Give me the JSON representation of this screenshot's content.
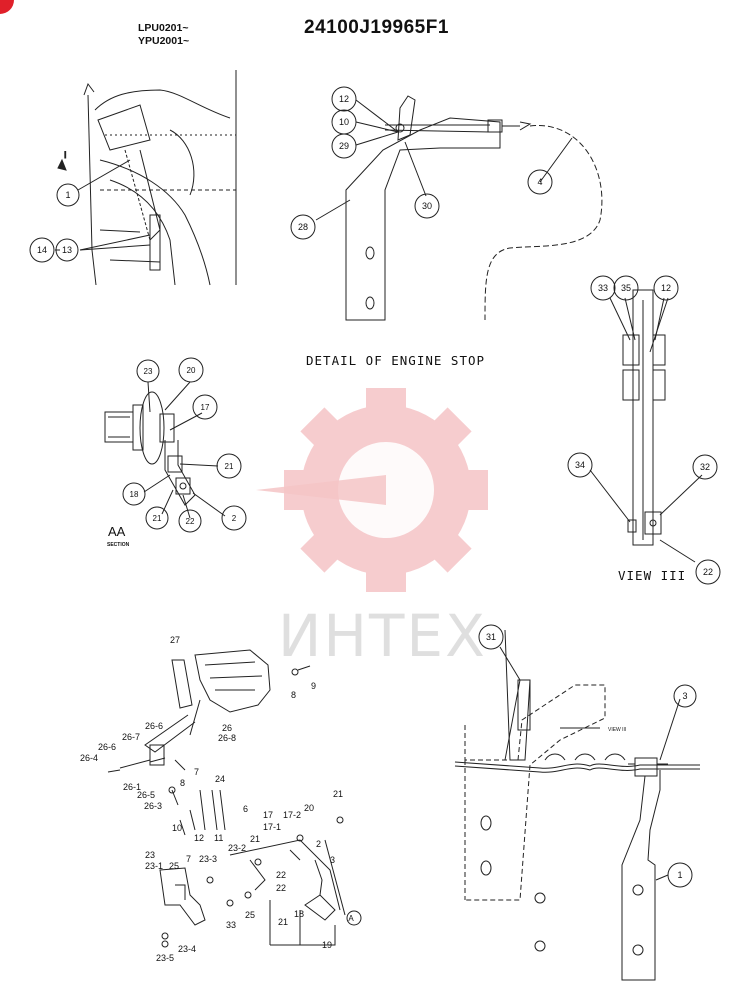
{
  "header": {
    "models": [
      "LPU0201~",
      "YPU2001~"
    ],
    "part_number": "24100J19965F1"
  },
  "captions": {
    "detail": "DETAIL OF ENGINE STOP",
    "view": "VIEW III",
    "section": "SECTION",
    "section_mark": "AA",
    "view_ref": "VIEW III",
    "arrow_i": "I",
    "arrow_a": "A"
  },
  "watermark": {
    "text": "ИНТЕХ",
    "color": "#f2b3b6"
  },
  "callouts": {
    "top_left": [
      "1",
      "14",
      "13"
    ],
    "top_center": [
      "12",
      "10",
      "29",
      "30",
      "28",
      "4"
    ],
    "right_view": [
      "33",
      "35",
      "12",
      "34",
      "32",
      "22"
    ],
    "section": [
      "23",
      "20",
      "17",
      "21",
      "18",
      "21",
      "22",
      "2"
    ],
    "lower_right": [
      "31",
      "3",
      "1"
    ]
  },
  "parts_labels": {
    "items": [
      "27",
      "9",
      "8",
      "26-6",
      "26",
      "26-8",
      "26-7",
      "26-4",
      "26-6",
      "7",
      "26-1",
      "8",
      "26-5",
      "26-3",
      "24",
      "6",
      "10",
      "12",
      "11",
      "17",
      "17-2",
      "20",
      "21",
      "17-1",
      "21",
      "2",
      "23",
      "23-2",
      "25",
      "7",
      "23-3",
      "23-1",
      "3",
      "22",
      "22",
      "18",
      "21",
      "33",
      "25",
      "19",
      "23-4",
      "23-5"
    ]
  }
}
